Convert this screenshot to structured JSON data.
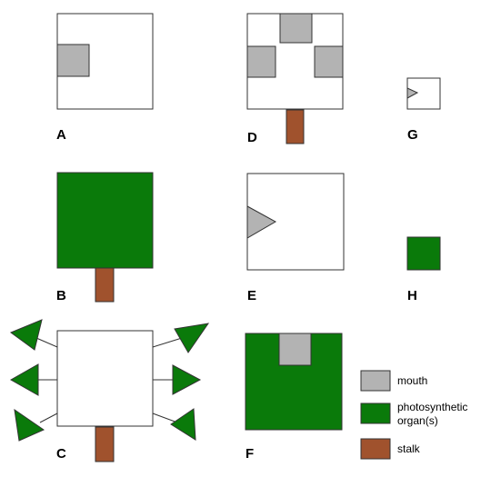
{
  "colors": {
    "mouth": "#b3b3b3",
    "photosynthetic": "#0a7a0a",
    "stalk": "#a0522d",
    "outline": "#333333",
    "background": "#ffffff"
  },
  "panels": {
    "A": "A",
    "B": "B",
    "C": "C",
    "D": "D",
    "E": "E",
    "F": "F",
    "G": "G",
    "H": "H"
  },
  "legend": {
    "mouth": "mouth",
    "photosynthetic_line1": "photosynthetic",
    "photosynthetic_line2": "organ(s)",
    "stalk": "stalk"
  }
}
